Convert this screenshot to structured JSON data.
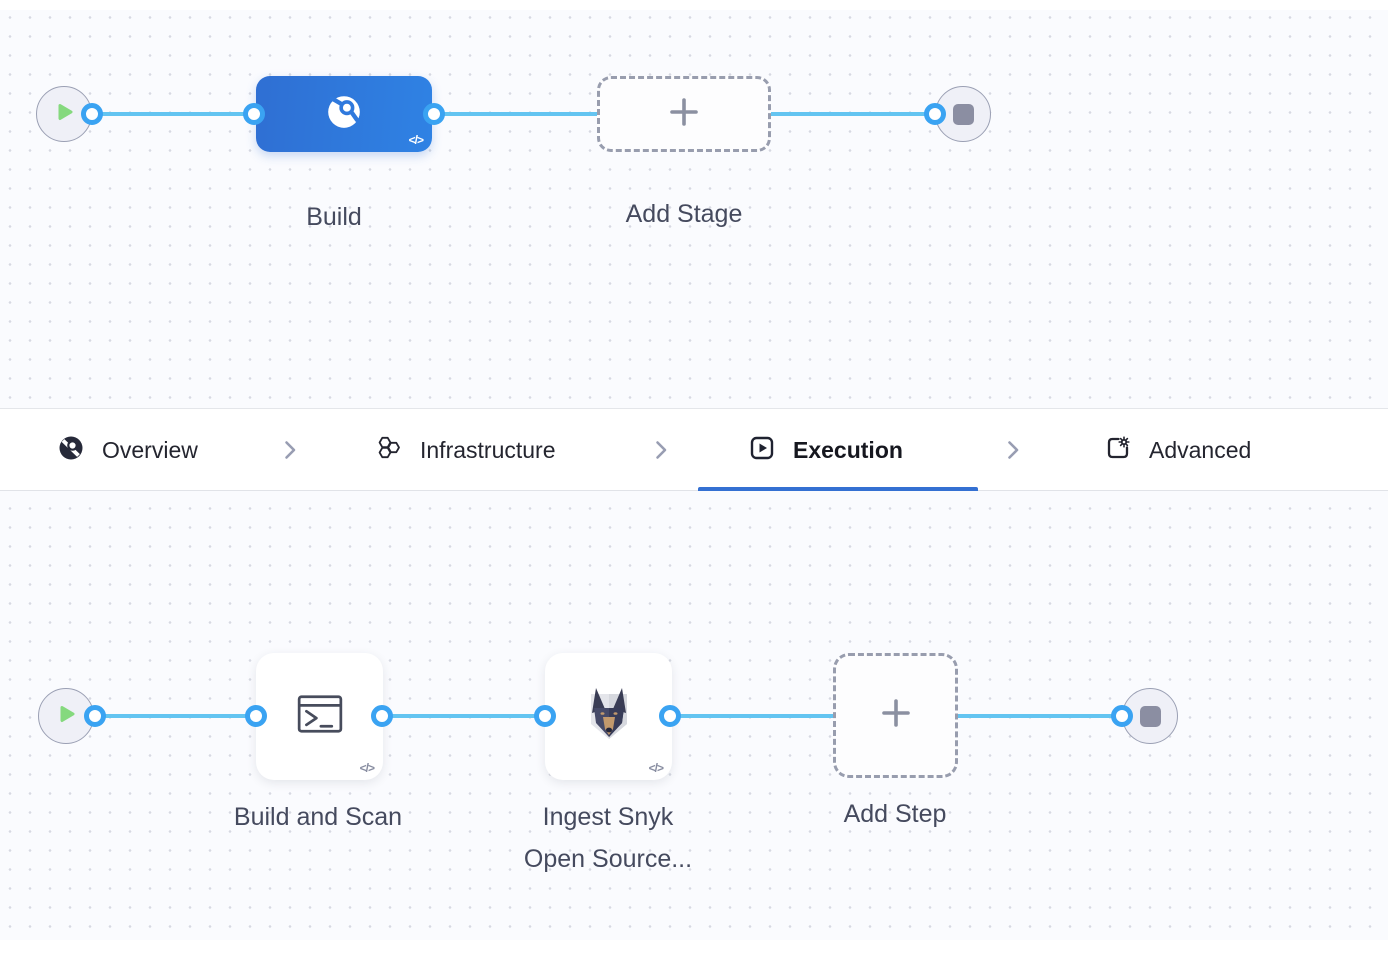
{
  "header_pipeline": {
    "stage_build": {
      "label": "Build",
      "code_glyph": "</>"
    },
    "add_stage": {
      "label": "Add Stage"
    }
  },
  "tabs": {
    "overview": {
      "label": "Overview"
    },
    "infrastructure": {
      "label": "Infrastructure"
    },
    "execution": {
      "label": "Execution",
      "active": true
    },
    "advanced": {
      "label": "Advanced"
    },
    "active_tab": "Execution"
  },
  "execution_pipeline": {
    "step_build_scan": {
      "label": "Build and Scan",
      "code_glyph": "</>"
    },
    "step_snyk": {
      "label_lines": [
        "Ingest Snyk",
        "Open Source..."
      ],
      "code_glyph": "</>"
    },
    "add_step": {
      "label": "Add Step"
    }
  },
  "colors": {
    "stage_blue_start": "#2f6fd3",
    "stage_blue_end": "#2f82e4",
    "connector_line": "#63c4f1",
    "port_ring": "#3aa3f2",
    "active_tab_underline": "#3470d2",
    "play_green": "#85d97e",
    "stop_gray": "#8b8ea2",
    "dashed_border": "#989dae",
    "canvas_bg": "#fafbfe"
  }
}
